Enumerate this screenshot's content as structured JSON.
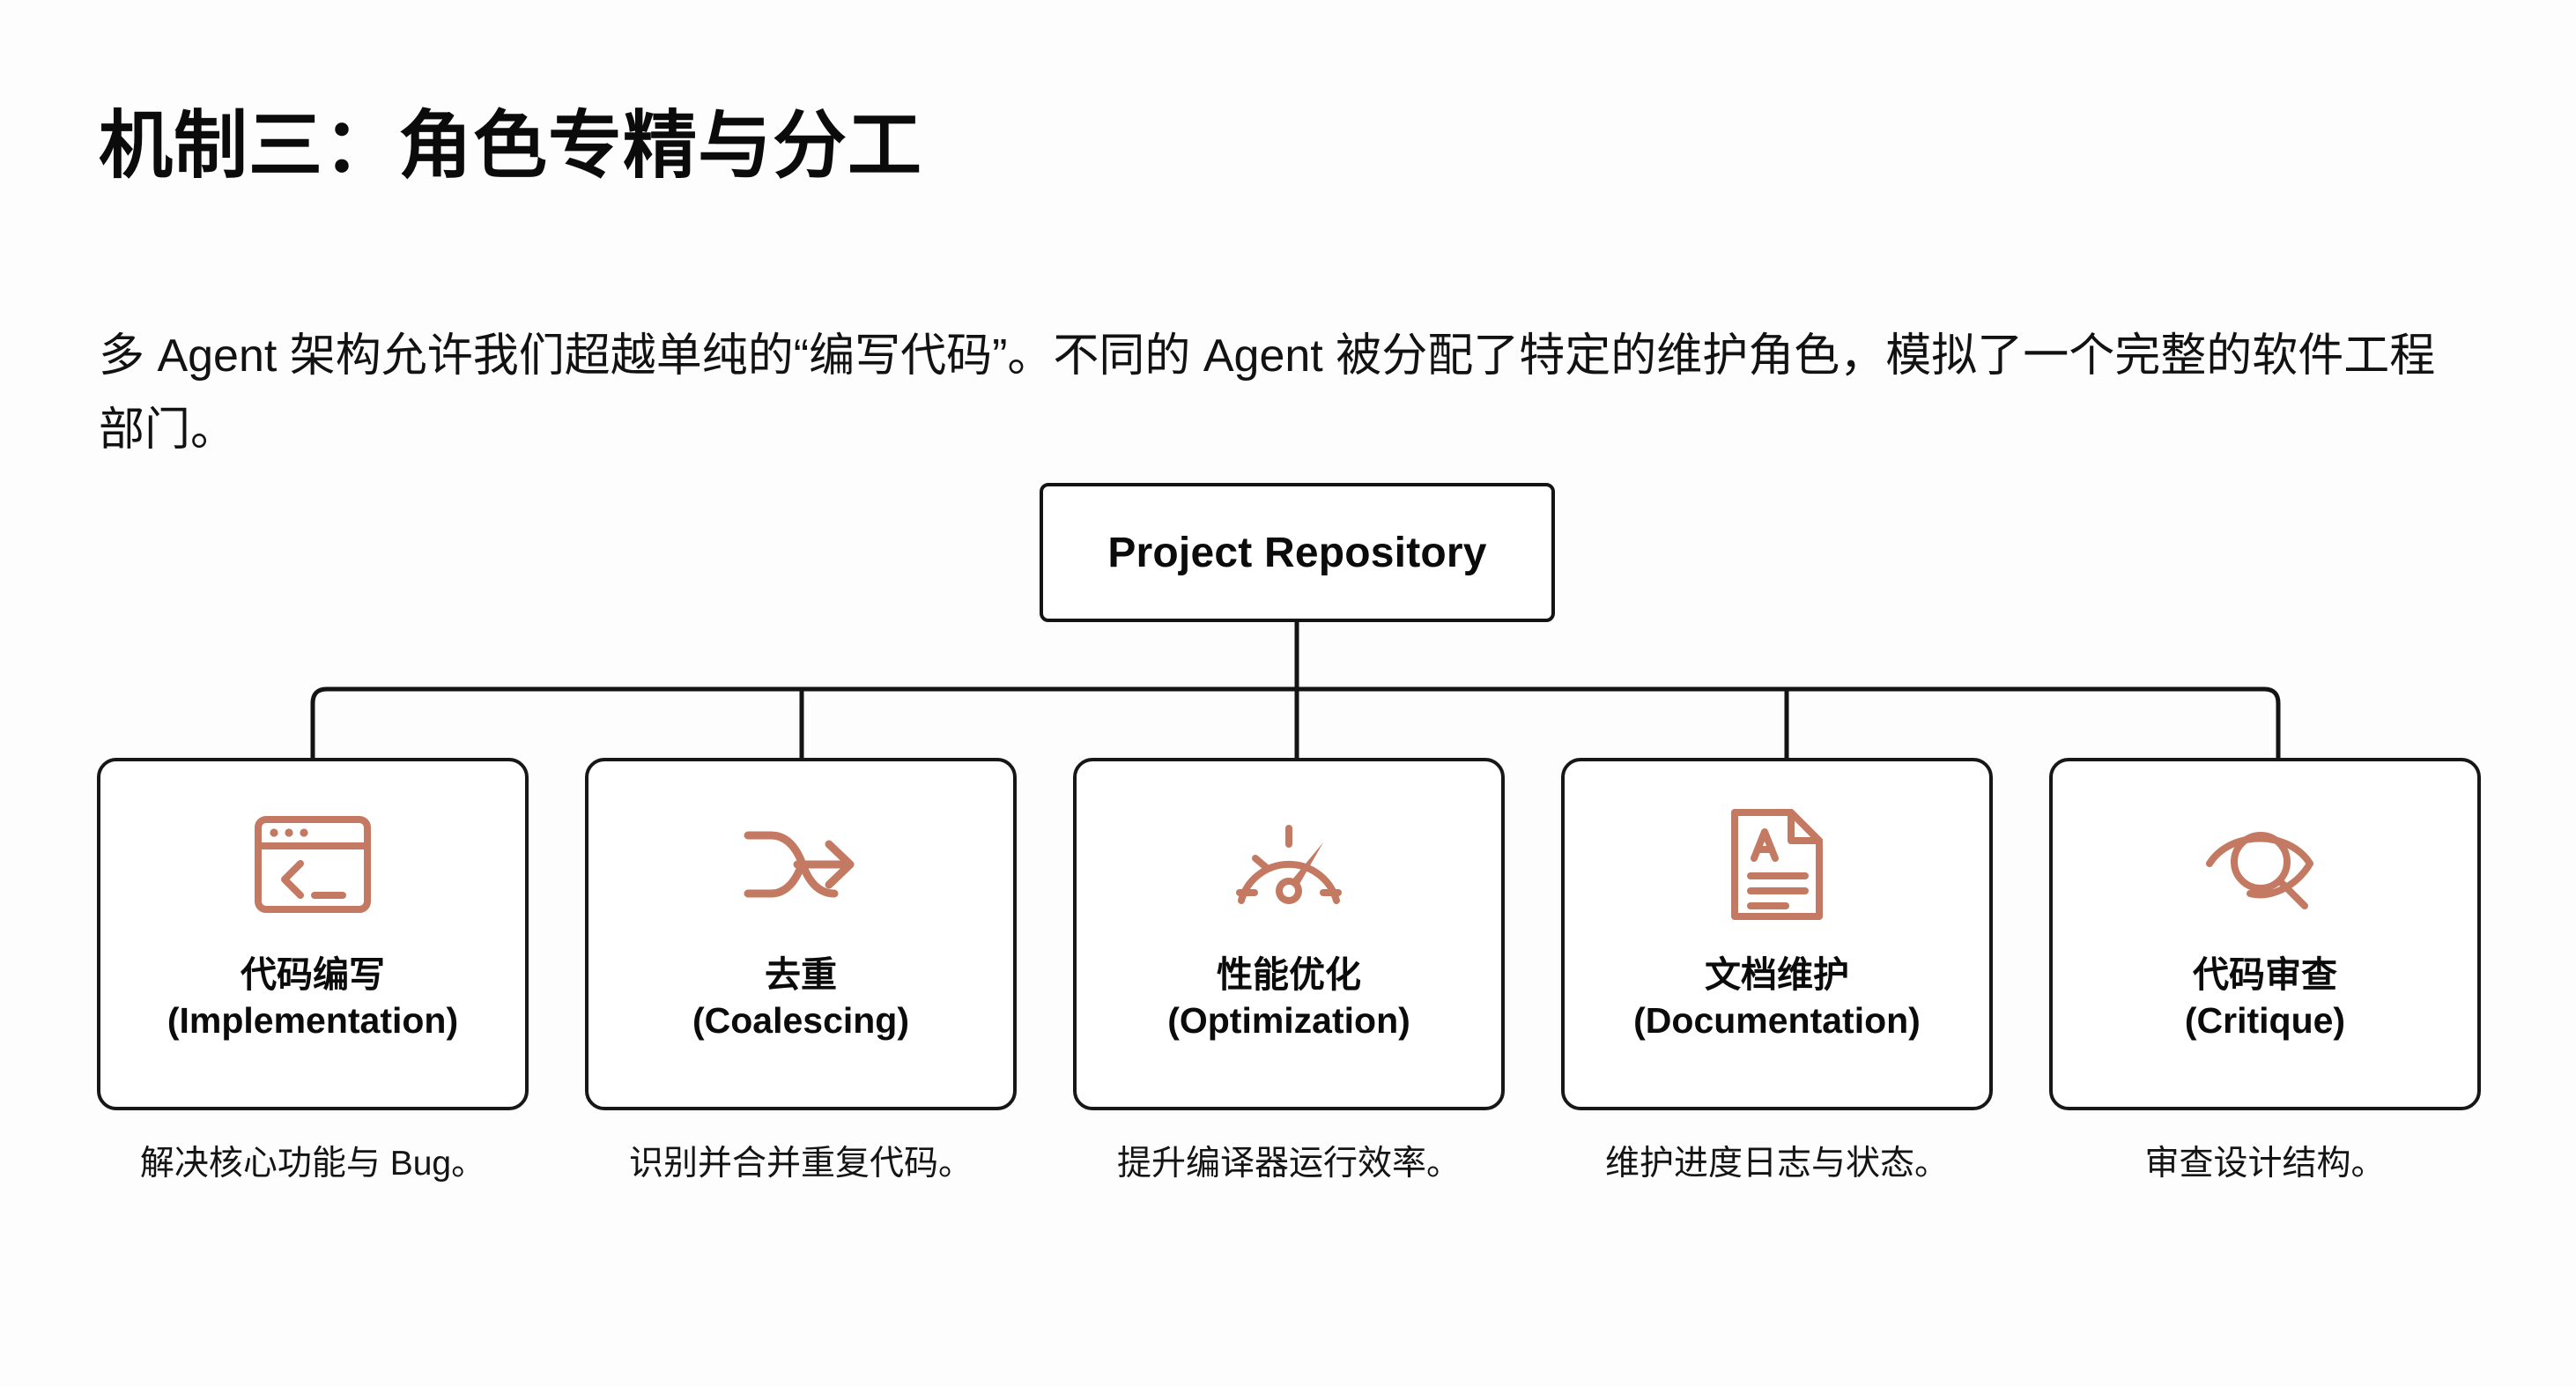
{
  "slide": {
    "title": "机制三：角色专精与分工",
    "body": "多 Agent 架构允许我们超越单纯的“编写代码”。不同的 Agent 被分配了特定的维护角色，模拟了一个完整的软件工程部门。",
    "accent_color": "#c47a62",
    "border_color": "#171717",
    "background_color": "#fdfdfd",
    "text_color": "#111111"
  },
  "diagram": {
    "type": "org-tree",
    "root": {
      "label": "Project Repository"
    },
    "nodes": [
      {
        "icon": "code-window-icon",
        "title_zh": "代码编写",
        "title_en": "(Implementation)",
        "caption": "解决核心功能与 Bug。"
      },
      {
        "icon": "merge-arrow-icon",
        "title_zh": "去重",
        "title_en": "(Coalescing)",
        "caption": "识别并合并重复代码。"
      },
      {
        "icon": "gauge-icon",
        "title_zh": "性能优化",
        "title_en": "(Optimization)",
        "caption": "提升编译器运行效率。"
      },
      {
        "icon": "document-text-icon",
        "title_zh": "文档维护",
        "title_en": "(Documentation)",
        "caption": "维护进度日志与状态。"
      },
      {
        "icon": "eye-search-icon",
        "title_zh": "代码审查",
        "title_en": "(Critique)",
        "caption": "审查设计结构。"
      }
    ]
  }
}
